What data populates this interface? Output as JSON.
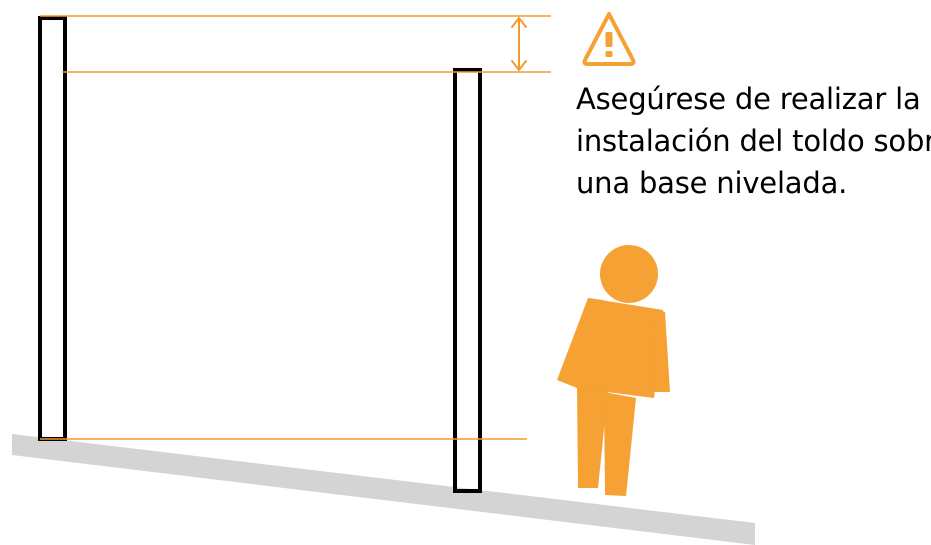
{
  "warning": {
    "icon": "warning-triangle-icon",
    "lines": [
      "Asegúrese de realizar la",
      "instalación del toldo sobre",
      "una base nivelada."
    ]
  },
  "colors": {
    "accent": "#F5A133",
    "guide_line": "#F39A2E",
    "ground": "#D4D4D4",
    "post_outline": "#000000",
    "text": "#000000",
    "background": "#FFFFFF"
  }
}
